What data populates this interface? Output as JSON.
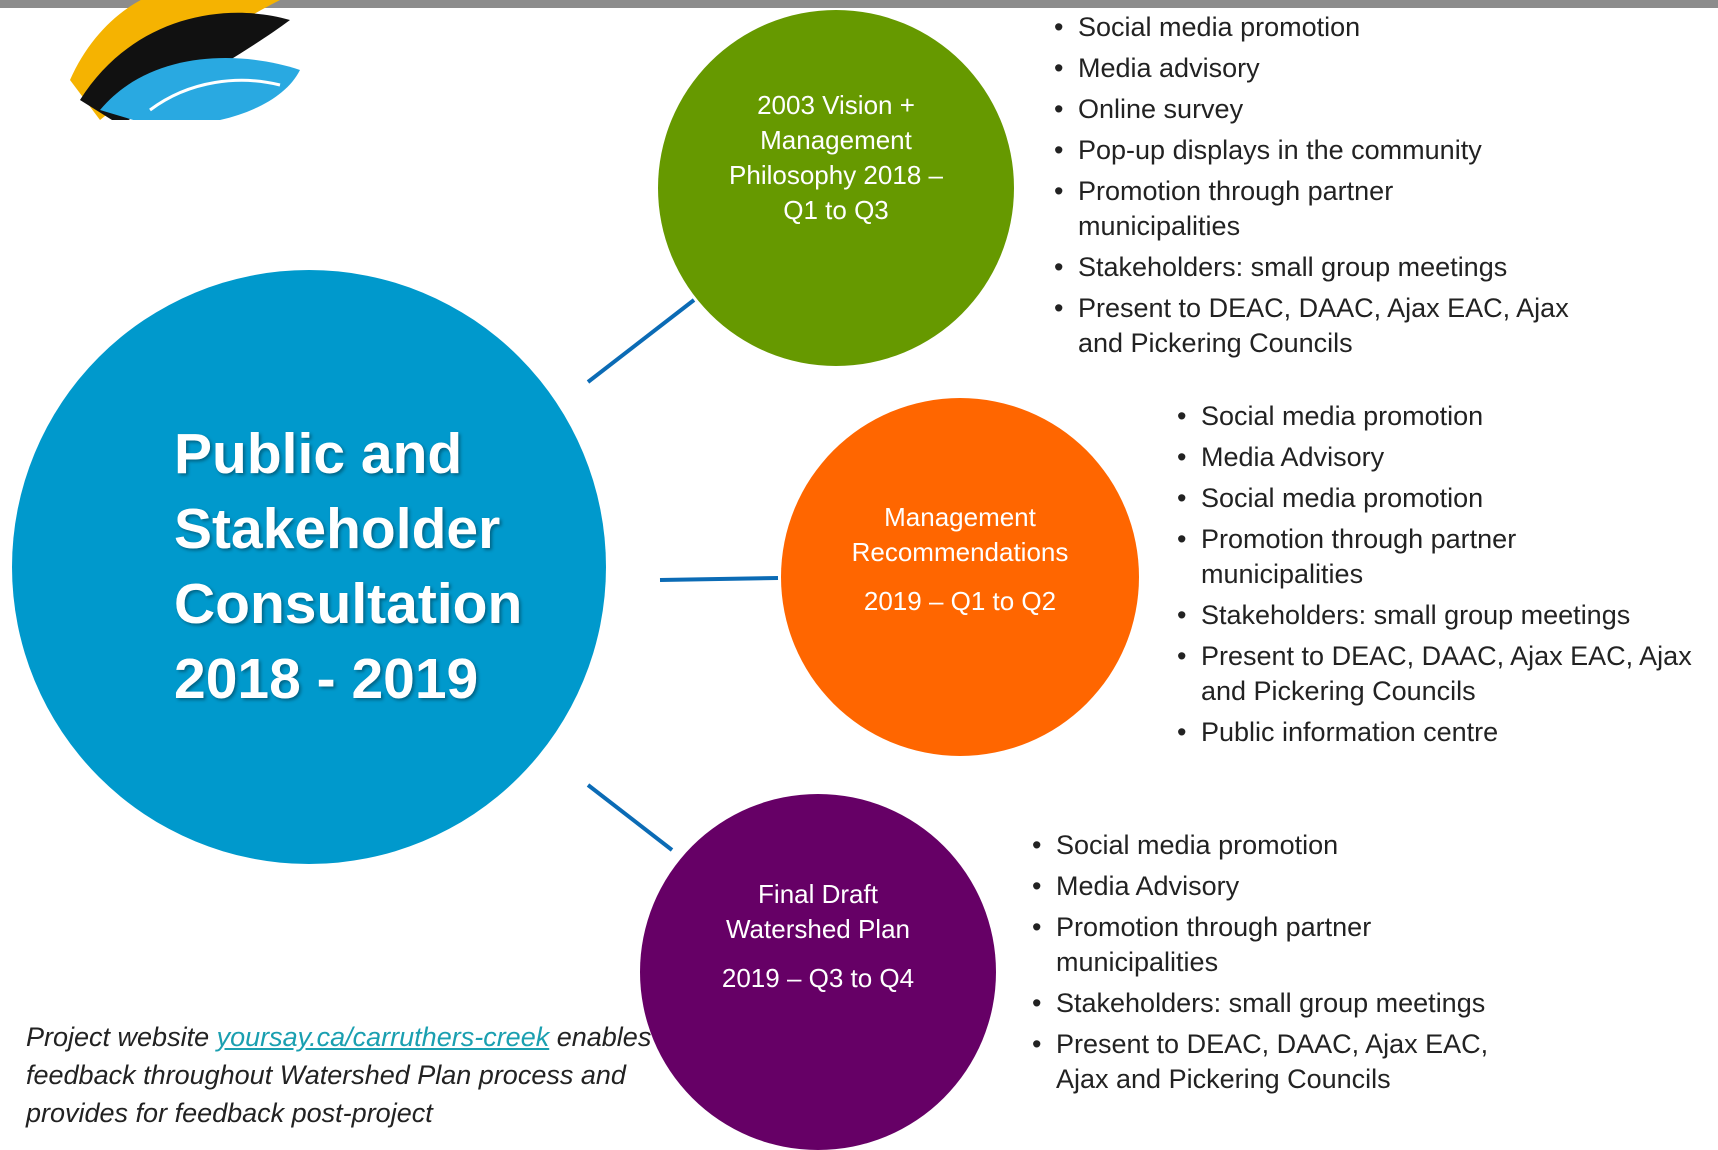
{
  "colors": {
    "main": "#0099cc",
    "green": "#669900",
    "orange": "#ff6600",
    "purple": "#660066",
    "connector": "#0b6bb5",
    "link": "#1a9fb0"
  },
  "logo": {
    "icon": "organization-logo"
  },
  "center": {
    "title": "Public and Stakeholder Consultation 2018 - 2019"
  },
  "phases": [
    {
      "title": "2003 Vision + Management Philosophy 2018 – Q1 to Q3",
      "items": [
        "Social media promotion",
        "Media advisory",
        "Online survey",
        "Pop-up displays in the community",
        "Promotion through partner municipalities",
        "Stakeholders: small group meetings",
        "Present to DEAC, DAAC, Ajax EAC, Ajax and Pickering Councils"
      ]
    },
    {
      "title": "Management Recommendations",
      "period": "2019 – Q1 to Q2",
      "items": [
        "Social media promotion",
        "Media Advisory",
        "Social media promotion",
        "Promotion through partner municipalities",
        "Stakeholders: small group meetings",
        "Present to DEAC, DAAC, Ajax EAC, Ajax and Pickering Councils",
        "Public information centre"
      ]
    },
    {
      "title": "Final Draft Watershed Plan",
      "period": "2019 – Q3 to Q4",
      "items": [
        "Social media promotion",
        "Media Advisory",
        "Promotion through partner municipalities",
        "Stakeholders: small group meetings",
        "Present to DEAC, DAAC, Ajax EAC, Ajax and Pickering Councils"
      ]
    }
  ],
  "footer": {
    "prefix": "Project website",
    "link": "yoursay.ca/carruthers-creek",
    "suffix": "enables feedback throughout Watershed Plan process and provides for feedback post-project"
  }
}
